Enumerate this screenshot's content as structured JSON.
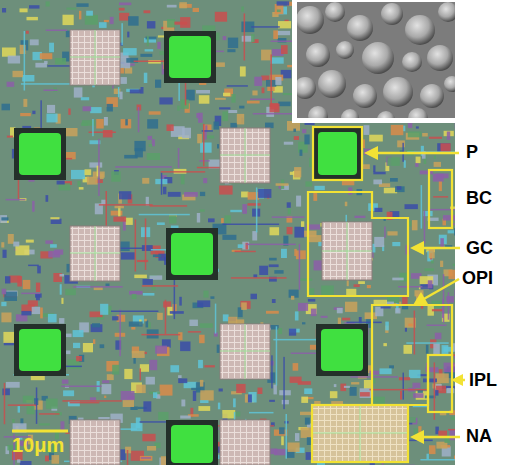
{
  "diagram": {
    "labels": [
      "P",
      "BC",
      "GC",
      "OPI",
      "IPL",
      "NA",
      "10μm"
    ]
  }
}
